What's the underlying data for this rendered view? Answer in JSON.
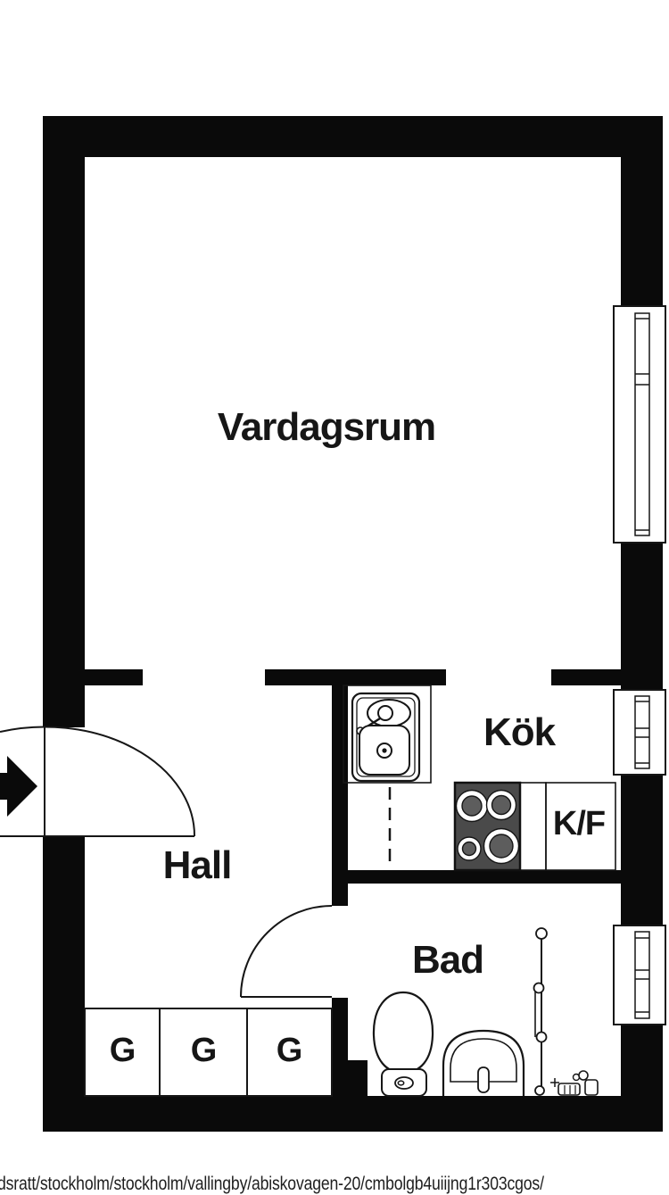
{
  "title": "Floor plan",
  "colors": {
    "wall": "#0a0a0a",
    "line": "#161616",
    "text": "#161616",
    "stove": "#4a4a4a",
    "burner_ring": "#ffffff",
    "burner_center": "#5d5d5d",
    "background": "#ffffff"
  },
  "rooms": {
    "living_room": {
      "label": "Vardagsrum"
    },
    "kitchen": {
      "label": "Kök"
    },
    "fridge_freezer": {
      "label": "K/F"
    },
    "hall": {
      "label": "Hall"
    },
    "bathroom": {
      "label": "Bad"
    },
    "wardrobes": {
      "labels": [
        "G",
        "G",
        "G"
      ]
    }
  },
  "footer": {
    "url_text": "dsratt/stockholm/stockholm/vallingby/abiskovagen-20/cmbolgb4uiijng1r303cgos/"
  }
}
